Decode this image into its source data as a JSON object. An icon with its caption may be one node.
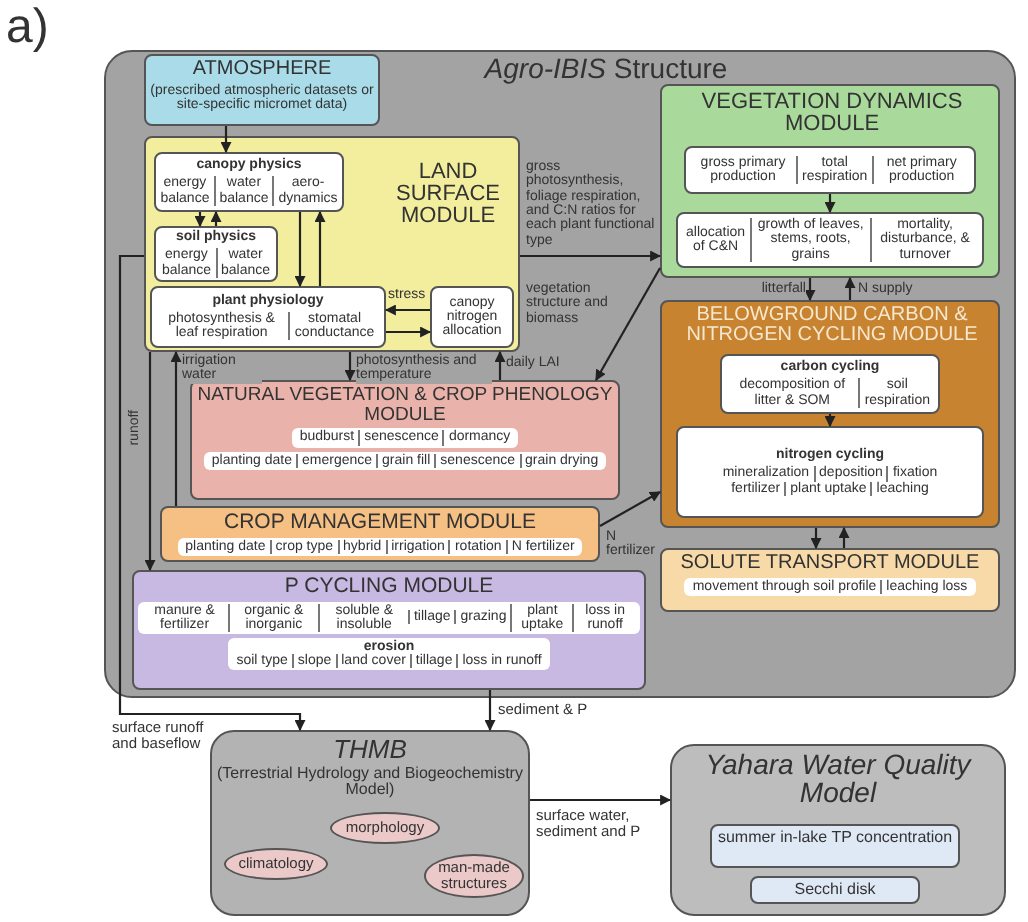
{
  "diagram": {
    "nodes": [
      {
        "text": [
          "*Agro-IBIS* Structure"
        ]
      },
      {
        "text": [
          "ATMOSPHERE",
          "(prescribed atmospheric datasets or site-specific micromet data)"
        ],
        "in": 0
      },
      {
        "text": [
          "LAND SURFACE MODULE"
        ],
        "in": 0
      },
      {
        "text": [
          "canopy physics",
          "energy balance",
          "water balance",
          "aero-dynamics"
        ],
        "in": 2
      },
      {
        "text": [
          "soil physics",
          "energy balance",
          "water balance"
        ],
        "in": 2
      },
      {
        "text": [
          "plant physiology",
          "photosynthesis & leaf respiration",
          "stomatal conductance"
        ],
        "in": 2
      },
      {
        "text": [
          "canopy nitrogen allocation"
        ],
        "in": 2
      },
      {
        "text": [
          "VEGETATION DYNAMICS MODULE"
        ],
        "in": 0
      },
      {
        "text": [
          "gross primary production",
          "total respiration",
          "net primary production"
        ],
        "in": 7
      },
      {
        "text": [
          "allocation of C&N",
          "growth of leaves, stems, roots, grains",
          "mortality, disturbance, & turnover"
        ],
        "in": 7
      },
      {
        "text": [
          "BELOWGROUND CARBON & NITROGEN CYCLING MODULE"
        ],
        "in": 0
      },
      {
        "text": [
          "carbon cycling",
          "decomposition of litter & SOM",
          "soil respiration"
        ],
        "in": 10
      },
      {
        "text": [
          "nitrogen cycling",
          "mineralization",
          "deposition",
          "fixation",
          "fertilizer",
          "plant uptake",
          "leaching"
        ],
        "in": 10
      },
      {
        "text": [
          "NATURAL VEGETATION & CROP PHENOLOGY MODULE",
          "budburst",
          "senescence",
          "dormancy",
          "planting date",
          "emergence",
          "grain fill",
          "senescence",
          "grain drying"
        ],
        "in": 0
      },
      {
        "text": [
          "CROP MANAGEMENT MODULE",
          "planting date",
          "crop type",
          "hybrid",
          "irrigation",
          "rotation",
          "N fertilizer"
        ],
        "in": 0
      },
      {
        "text": [
          "SOLUTE TRANSPORT MODULE",
          "movement through soil profile",
          "leaching loss"
        ],
        "in": 0
      },
      {
        "text": [
          "P CYCLING MODULE",
          "manure & fertilizer",
          "organic & inorganic",
          "soluble & insoluble",
          "tillage",
          "grazing",
          "plant uptake",
          "loss in runoff",
          "erosion",
          "soil type",
          "slope",
          "land cover",
          "tillage",
          "loss in runoff"
        ],
        "in": 0
      },
      {
        "text": [
          "THMB",
          "(Terrestrial Hydrology and Biogeochemistry Model)"
        ]
      },
      {
        "text": [
          "morphology"
        ],
        "in": 17
      },
      {
        "text": [
          "climatology"
        ],
        "in": 17
      },
      {
        "text": [
          "man-made structures"
        ],
        "in": 17
      },
      {
        "text": [
          "Yahara Water Quality Model"
        ]
      },
      {
        "text": [
          "summer in-lake TP concentration"
        ],
        "in": 21
      },
      {
        "text": [
          "Secchi disk"
        ],
        "in": 21
      }
    ],
    "edges": [
      {
        "from": 1,
        "to": 3,
        "arrow": "to"
      },
      {
        "from": 3,
        "to": 4,
        "arrow": "to"
      },
      {
        "from": 4,
        "to": 3,
        "arrow": "to"
      },
      {
        "from": 3,
        "to": 5,
        "arrow": "to"
      },
      {
        "from": 5,
        "to": 3,
        "arrow": "to"
      },
      {
        "from": 6,
        "to": 5,
        "label": "stress",
        "arrow": "to"
      },
      {
        "from": 5,
        "to": 6,
        "arrow": "to"
      },
      {
        "from": 2,
        "to": 7,
        "label": "gross photosynthesis, foliage respiration, and C:N ratios for each plant functional type",
        "arrow": "to"
      },
      {
        "from": 8,
        "to": 9,
        "arrow": "to"
      },
      {
        "from": 7,
        "to": 13,
        "label": "vegetation structure and biomass",
        "arrow": "to"
      },
      {
        "from": 7,
        "to": 10,
        "label": "litterfall",
        "arrow": "to"
      },
      {
        "from": 10,
        "to": 7,
        "label": "N supply",
        "arrow": "to"
      },
      {
        "from": 11,
        "to": 12,
        "arrow": "to"
      },
      {
        "from": 10,
        "to": 15,
        "arrow": "to"
      },
      {
        "from": 15,
        "to": 10,
        "arrow": "to"
      },
      {
        "from": 14,
        "to": 10,
        "label": "N fertilizer",
        "arrow": "to"
      },
      {
        "from": 2,
        "to": 13,
        "label": "photosynthesis and temperature",
        "arrow": "to"
      },
      {
        "from": 13,
        "to": 2,
        "label": "daily LAI",
        "arrow": "to"
      },
      {
        "from": 14,
        "to": 2,
        "label": "irrigation water",
        "arrow": "to"
      },
      {
        "from": 2,
        "to": 16,
        "label": "runoff",
        "arrow": "to"
      },
      {
        "from": 2,
        "to": 17,
        "label": "surface runoff and baseflow",
        "arrow": "to"
      },
      {
        "from": 16,
        "to": 17,
        "label": "sediment & P",
        "arrow": "to"
      },
      {
        "from": 17,
        "to": 21,
        "label": "surface water, sediment and P",
        "arrow": "to"
      }
    ],
    "labels": [
      "a)"
    ]
  }
}
